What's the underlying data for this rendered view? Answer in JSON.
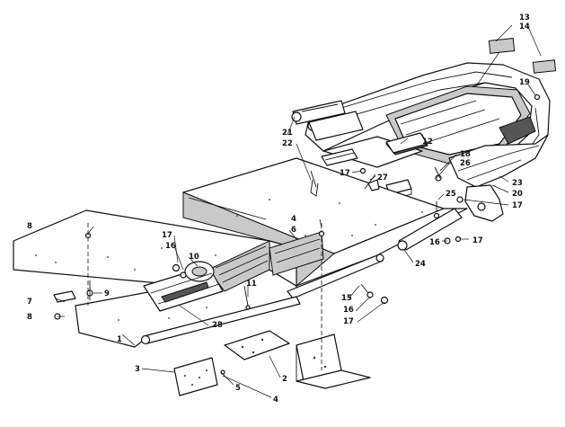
{
  "callouts": [
    {
      "id": "c13",
      "text": "13"
    },
    {
      "id": "c14",
      "text": "14"
    },
    {
      "id": "c19",
      "text": "19"
    },
    {
      "id": "c21",
      "text": "21"
    },
    {
      "id": "c12",
      "text": "12"
    },
    {
      "id": "c22",
      "text": "22"
    },
    {
      "id": "c17a",
      "text": "17"
    },
    {
      "id": "c18",
      "text": "18"
    },
    {
      "id": "c26",
      "text": "26"
    },
    {
      "id": "c27",
      "text": "27"
    },
    {
      "id": "c25",
      "text": "25"
    },
    {
      "id": "c23",
      "text": "23"
    },
    {
      "id": "c20",
      "text": "20"
    },
    {
      "id": "c17b",
      "text": "17"
    },
    {
      "id": "c4a",
      "text": "4"
    },
    {
      "id": "c6",
      "text": "6"
    },
    {
      "id": "c16a",
      "text": "16"
    },
    {
      "id": "c17c",
      "text": "17"
    },
    {
      "id": "c24",
      "text": "24"
    },
    {
      "id": "c8a",
      "text": "8"
    },
    {
      "id": "c17d",
      "text": "17"
    },
    {
      "id": "c16b",
      "text": "16"
    },
    {
      "id": "c10",
      "text": "10"
    },
    {
      "id": "c11",
      "text": "11"
    },
    {
      "id": "c9",
      "text": "9"
    },
    {
      "id": "c7",
      "text": "7"
    },
    {
      "id": "c15",
      "text": "15"
    },
    {
      "id": "c16c",
      "text": "16"
    },
    {
      "id": "c17e",
      "text": "17"
    },
    {
      "id": "c8b",
      "text": "8"
    },
    {
      "id": "c28",
      "text": "28"
    },
    {
      "id": "c1",
      "text": "1"
    },
    {
      "id": "c3",
      "text": "3"
    },
    {
      "id": "c5",
      "text": "5"
    },
    {
      "id": "c2",
      "text": "2"
    },
    {
      "id": "c4b",
      "text": "4"
    }
  ]
}
